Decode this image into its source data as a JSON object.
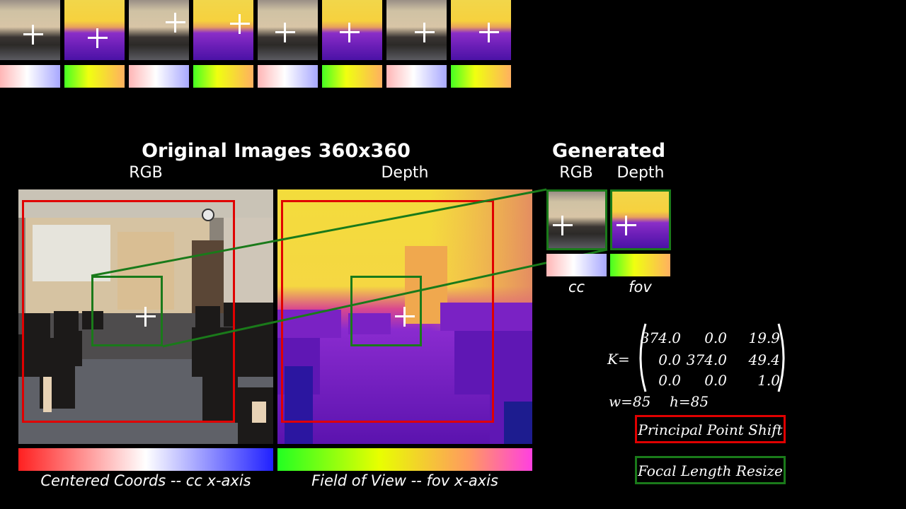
{
  "top_strip": {
    "groups": [
      {
        "rgb": "rgb-thumb",
        "depth": "depth-thumb"
      },
      {
        "rgb": "rgb-thumb",
        "depth": "depth-thumb"
      },
      {
        "rgb": "rgb-thumb",
        "depth": "depth-thumb"
      },
      {
        "rgb": "rgb-thumb",
        "depth": "depth-thumb"
      }
    ]
  },
  "original": {
    "title": "Original Images 360x360",
    "rgb_label": "RGB",
    "depth_label": "Depth",
    "cc_caption": "Centered Coords -- cc x-axis",
    "fov_caption": "Field of View -- fov x-axis"
  },
  "generated": {
    "title": "Generated",
    "rgb_label": "RGB",
    "depth_label": "Depth",
    "cc_label": "cc",
    "fov_label": "fov"
  },
  "intrinsics": {
    "k_label": "K=",
    "rows": [
      [
        "374.0",
        "0.0",
        "19.9"
      ],
      [
        "0.0",
        "374.0",
        "49.4"
      ],
      [
        "0.0",
        "0.0",
        "1.0"
      ]
    ],
    "w_label": "w=85",
    "h_label": "h=85"
  },
  "legend": {
    "principal_point_shift": "Principal Point Shift",
    "focal_length_resize": "Focal Length Resize"
  },
  "colors": {
    "principal_box": "#e00000",
    "focal_box": "#1a7a1a"
  }
}
